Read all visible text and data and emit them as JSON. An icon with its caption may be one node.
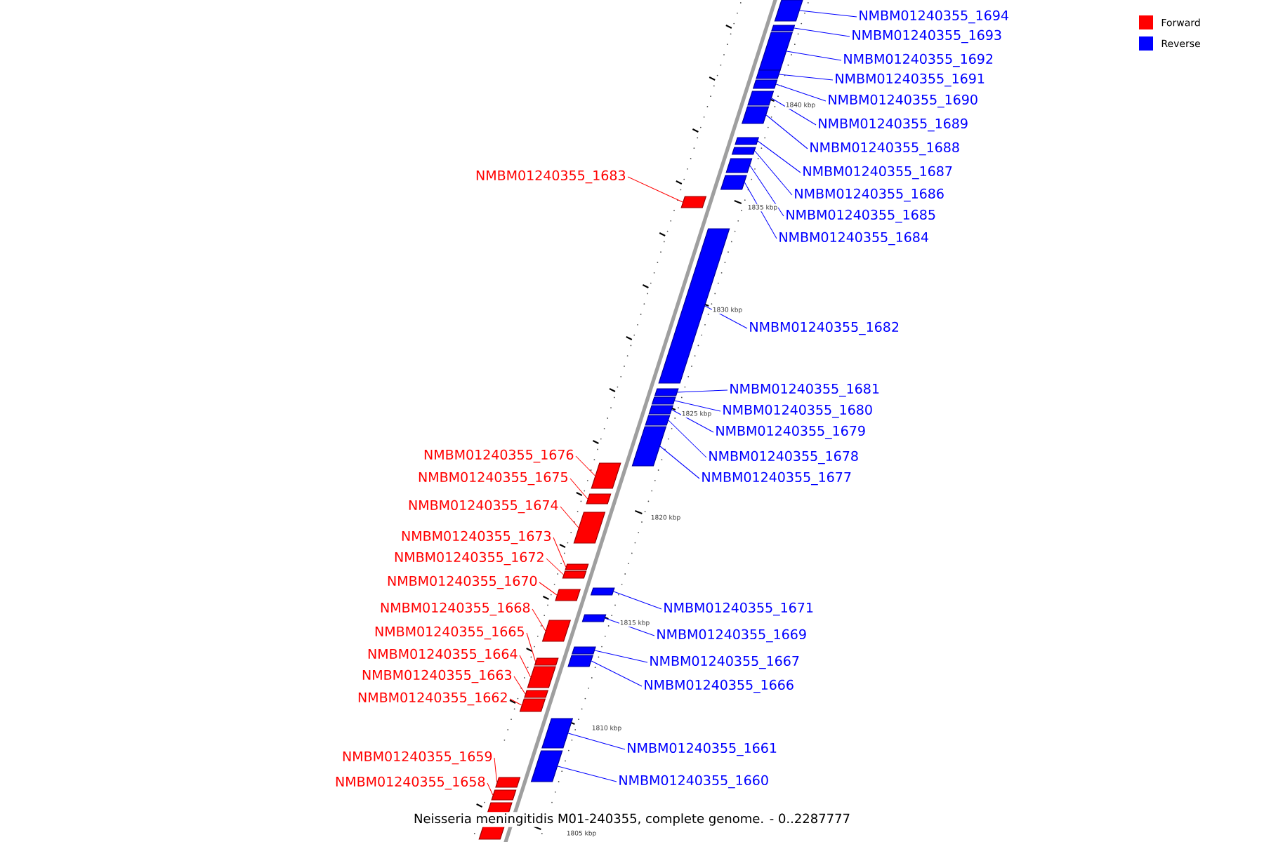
{
  "diagram": {
    "caption": "Neisseria meningitidis M01-240355, complete genome. - 0..2287777",
    "nodes": [
      {
        "text": [
          "NMBM01240355_1694"
        ]
      },
      {
        "text": [],
        "shape": "box"
      },
      {
        "text": [
          "NMBM01240355_1693"
        ]
      },
      {
        "text": [],
        "shape": "box"
      },
      {
        "text": [
          "NMBM01240355_1692"
        ]
      },
      {
        "text": [],
        "shape": "box"
      },
      {
        "text": [
          "NMBM01240355_1691"
        ]
      },
      {
        "text": [],
        "shape": "box"
      },
      {
        "text": [
          "NMBM01240355_1690"
        ]
      },
      {
        "text": [],
        "shape": "box"
      },
      {
        "text": [
          "NMBM01240355_1689"
        ]
      },
      {
        "text": [],
        "shape": "box"
      },
      {
        "text": [
          "NMBM01240355_1688"
        ]
      },
      {
        "text": [],
        "shape": "box"
      },
      {
        "text": [
          "NMBM01240355_1687"
        ]
      },
      {
        "text": [],
        "shape": "box"
      },
      {
        "text": [
          "NMBM01240355_1683"
        ]
      },
      {
        "text": [],
        "shape": "box"
      },
      {
        "text": [
          "NMBM01240355_1686"
        ]
      },
      {
        "text": [],
        "shape": "box"
      },
      {
        "text": [
          "NMBM01240355_1685"
        ]
      },
      {
        "text": [],
        "shape": "box"
      },
      {
        "text": [
          "NMBM01240355_1684"
        ]
      },
      {
        "text": [],
        "shape": "box"
      },
      {
        "text": [
          "NMBM01240355_1682"
        ]
      },
      {
        "text": [],
        "shape": "box"
      },
      {
        "text": [
          "NMBM01240355_1681"
        ]
      },
      {
        "text": [],
        "shape": "box"
      },
      {
        "text": [
          "NMBM01240355_1680"
        ]
      },
      {
        "text": [],
        "shape": "box"
      },
      {
        "text": [
          "NMBM01240355_1679"
        ]
      },
      {
        "text": [],
        "shape": "box"
      },
      {
        "text": [
          "NMBM01240355_1676"
        ]
      },
      {
        "text": [],
        "shape": "box"
      },
      {
        "text": [
          "NMBM01240355_1678"
        ]
      },
      {
        "text": [],
        "shape": "box"
      },
      {
        "text": [
          "NMBM01240355_1675"
        ]
      },
      {
        "text": [],
        "shape": "box"
      },
      {
        "text": [
          "NMBM01240355_1677"
        ]
      },
      {
        "text": [],
        "shape": "box"
      },
      {
        "text": [
          "NMBM01240355_1674"
        ]
      },
      {
        "text": [],
        "shape": "box"
      },
      {
        "text": [
          "NMBM01240355_1673"
        ]
      },
      {
        "text": [],
        "shape": "box"
      },
      {
        "text": [
          "NMBM01240355_1672"
        ]
      },
      {
        "text": [],
        "shape": "box"
      },
      {
        "text": [
          "NMBM01240355_1670"
        ]
      },
      {
        "text": [],
        "shape": "box"
      },
      {
        "text": [
          "NMBM01240355_1671"
        ]
      },
      {
        "text": [],
        "shape": "box"
      },
      {
        "text": [
          "NMBM01240355_1668"
        ]
      },
      {
        "text": [],
        "shape": "box"
      },
      {
        "text": [
          "NMBM01240355_1665"
        ]
      },
      {
        "text": [],
        "shape": "box"
      },
      {
        "text": [
          "NMBM01240355_1669"
        ]
      },
      {
        "text": [],
        "shape": "box"
      },
      {
        "text": [
          "NMBM01240355_1664"
        ]
      },
      {
        "text": [],
        "shape": "box"
      },
      {
        "text": [
          "NMBM01240355_1667"
        ]
      },
      {
        "text": [],
        "shape": "box"
      },
      {
        "text": [
          "NMBM01240355_1663"
        ]
      },
      {
        "text": [],
        "shape": "box"
      },
      {
        "text": [
          "NMBM01240355_1666"
        ]
      },
      {
        "text": [],
        "shape": "box"
      },
      {
        "text": [
          "NMBM01240355_1662"
        ]
      },
      {
        "text": [],
        "shape": "box"
      },
      {
        "text": [
          "NMBM01240355_1661"
        ]
      },
      {
        "text": [],
        "shape": "box"
      },
      {
        "text": [
          "NMBM01240355_1659"
        ]
      },
      {
        "text": [],
        "shape": "box"
      },
      {
        "text": [
          "NMBM01240355_1660"
        ]
      },
      {
        "text": [],
        "shape": "box"
      },
      {
        "text": [
          "NMBM01240355_1658"
        ]
      },
      {
        "text": [],
        "shape": "box"
      },
      {
        "text": [],
        "shape": "box"
      }
    ],
    "edges": [
      {
        "from": 0,
        "to": 1,
        "arrow": "none"
      },
      {
        "from": 2,
        "to": 3,
        "arrow": "none"
      },
      {
        "from": 4,
        "to": 5,
        "arrow": "none"
      },
      {
        "from": 6,
        "to": 7,
        "arrow": "none"
      },
      {
        "from": 8,
        "to": 9,
        "arrow": "none"
      },
      {
        "from": 10,
        "to": 11,
        "arrow": "none"
      },
      {
        "from": 12,
        "to": 13,
        "arrow": "none"
      },
      {
        "from": 14,
        "to": 15,
        "arrow": "none"
      },
      {
        "from": 16,
        "to": 17,
        "arrow": "none",
        "color": "#ff0000"
      },
      {
        "from": 18,
        "to": 19,
        "arrow": "none"
      },
      {
        "from": 20,
        "to": 21,
        "arrow": "none"
      },
      {
        "from": 22,
        "to": 23,
        "arrow": "none"
      },
      {
        "from": 24,
        "to": 25,
        "arrow": "none"
      },
      {
        "from": 26,
        "to": 27,
        "arrow": "none"
      },
      {
        "from": 28,
        "to": 29,
        "arrow": "none"
      },
      {
        "from": 30,
        "to": 31,
        "arrow": "none"
      },
      {
        "from": 32,
        "to": 33,
        "arrow": "none",
        "color": "#ff0000"
      },
      {
        "from": 34,
        "to": 35,
        "arrow": "none"
      },
      {
        "from": 36,
        "to": 37,
        "arrow": "none",
        "color": "#ff0000"
      },
      {
        "from": 38,
        "to": 39,
        "arrow": "none"
      },
      {
        "from": 40,
        "to": 41,
        "arrow": "none",
        "color": "#ff0000"
      },
      {
        "from": 42,
        "to": 43,
        "arrow": "none",
        "color": "#ff0000"
      },
      {
        "from": 44,
        "to": 45,
        "arrow": "none",
        "color": "#ff0000"
      },
      {
        "from": 46,
        "to": 47,
        "arrow": "none",
        "color": "#ff0000"
      },
      {
        "from": 48,
        "to": 49,
        "arrow": "none"
      },
      {
        "from": 50,
        "to": 51,
        "arrow": "none",
        "color": "#ff0000"
      },
      {
        "from": 52,
        "to": 53,
        "arrow": "none",
        "color": "#ff0000"
      },
      {
        "from": 54,
        "to": 55,
        "arrow": "none"
      },
      {
        "from": 56,
        "to": 57,
        "arrow": "none",
        "color": "#ff0000"
      },
      {
        "from": 58,
        "to": 59,
        "arrow": "none"
      },
      {
        "from": 60,
        "to": 61,
        "arrow": "none",
        "color": "#ff0000"
      },
      {
        "from": 62,
        "to": 63,
        "arrow": "none"
      },
      {
        "from": 64,
        "to": 65,
        "arrow": "none",
        "color": "#ff0000"
      },
      {
        "from": 66,
        "to": 67,
        "arrow": "none"
      },
      {
        "from": 68,
        "to": 69,
        "arrow": "none",
        "color": "#ff0000"
      },
      {
        "from": 70,
        "to": 71,
        "arrow": "none"
      },
      {
        "from": 72,
        "to": 73,
        "arrow": "none",
        "color": "#ff0000"
      }
    ],
    "labels": [
      "1840 kbp",
      "1835 kbp",
      "1830 kbp",
      "1825 kbp",
      "1820 kbp",
      "1815 kbp",
      "1810 kbp",
      "1805 kbp"
    ],
    "legend": [
      {
        "text": "Forward",
        "color": "#ff0000"
      },
      {
        "text": "Reverse",
        "color": "#0000ff"
      }
    ]
  }
}
